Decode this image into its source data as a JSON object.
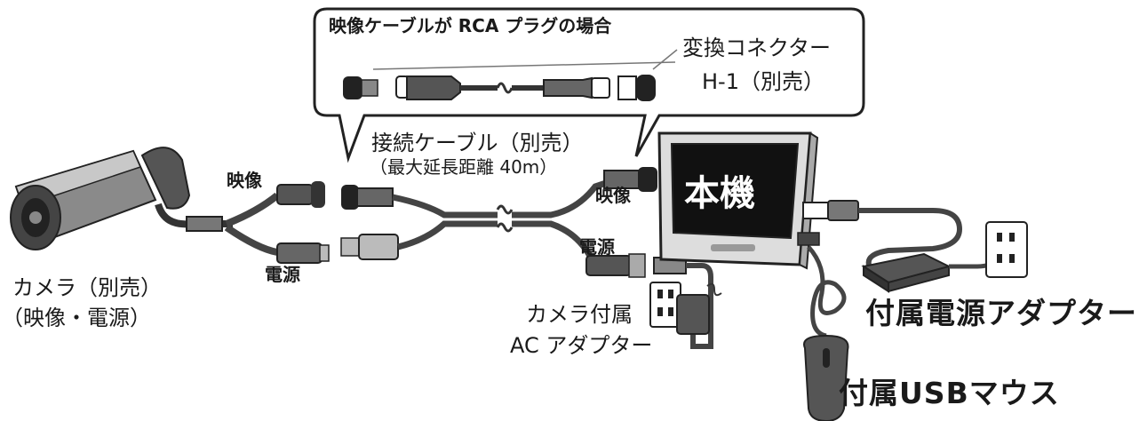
{
  "callout": {
    "header": "映像ケーブルが RCA プラグの場合",
    "converter_line1": "変換コネクター",
    "converter_line2": "H-1（別売）"
  },
  "cable": {
    "title": "接続ケーブル（別売）",
    "note": "（最大延長距離 40m）",
    "camera_side_video": "映像",
    "camera_side_power": "電源",
    "device_side_video": "映像",
    "device_side_power": "電源"
  },
  "camera": {
    "line1": "カメラ（別売）",
    "line2": "（映像・電源）"
  },
  "camera_adapter": {
    "line1": "カメラ付属",
    "line2": "AC アダプター"
  },
  "device": {
    "title": "本機"
  },
  "included_power_adapter": "付属電源アダプター",
  "included_mouse": "付属USBマウス"
}
